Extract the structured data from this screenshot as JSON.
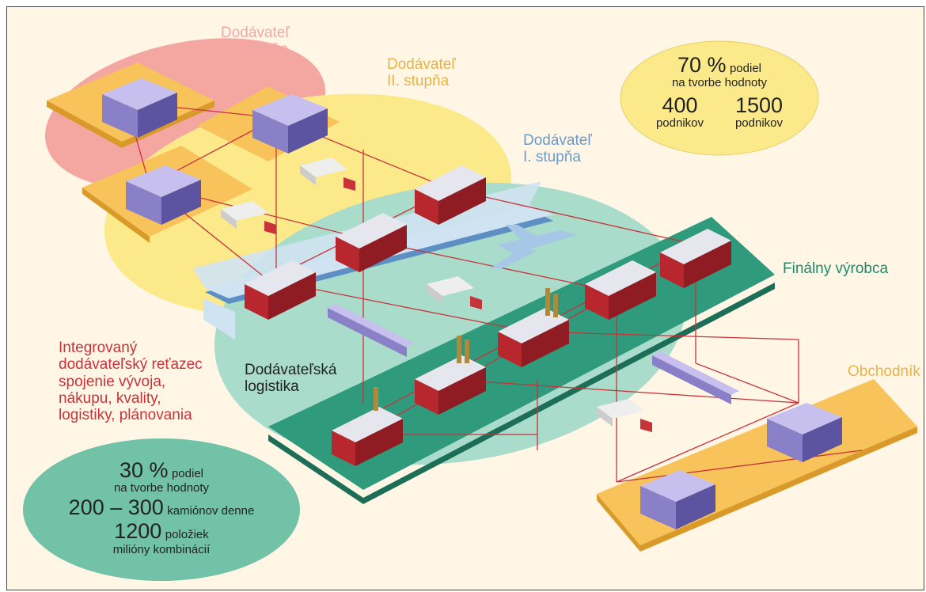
{
  "labels": {
    "tier3_line1": "Dodávateľ",
    "tier3_line2": "III. stupňa",
    "tier2_line1": "Dodávateľ",
    "tier2_line2": "II. stupňa",
    "tier1_line1": "Dodávateľ",
    "tier1_line2": "I. stupňa",
    "final": "Finálny výrobca",
    "retail": "Obchodník",
    "logistics_line1": "Dodávateľská",
    "logistics_line2": "logistika",
    "integrated": [
      "Integrovaný",
      "dodávateľský reťazec",
      "spojenie vývoja,",
      "nákupu, kvality,",
      "logistiky, plánovania"
    ]
  },
  "yellow_box": {
    "pct": "70 %",
    "pct_word": "podiel",
    "pct_line2": "na tvorbe hodnoty",
    "n1": "400",
    "n1_label": "podnikov",
    "n2": "1500",
    "n2_label": "podnikov"
  },
  "green_box": {
    "pct": "30 %",
    "pct_word": "podiel",
    "pct_line2": "na tvorbe hodnoty",
    "range": "200 – 300",
    "range_label": "kamiónov denne",
    "items": "1200",
    "items_label": "položiek",
    "combos": "milióny kombinácií"
  },
  "colors": {
    "pink_ellipse": "#f4a6a0",
    "yellow_ellipse": "#fbe98a",
    "green_ellipse": "#72c2a8",
    "teal_platform": "#2f9a7c",
    "blue_platform": "#cfe3f2",
    "orange_platform": "#f7c35a",
    "factory_red": "#b8272e",
    "warehouse_purple": "#8a80c8",
    "link_red": "#c8333a"
  }
}
